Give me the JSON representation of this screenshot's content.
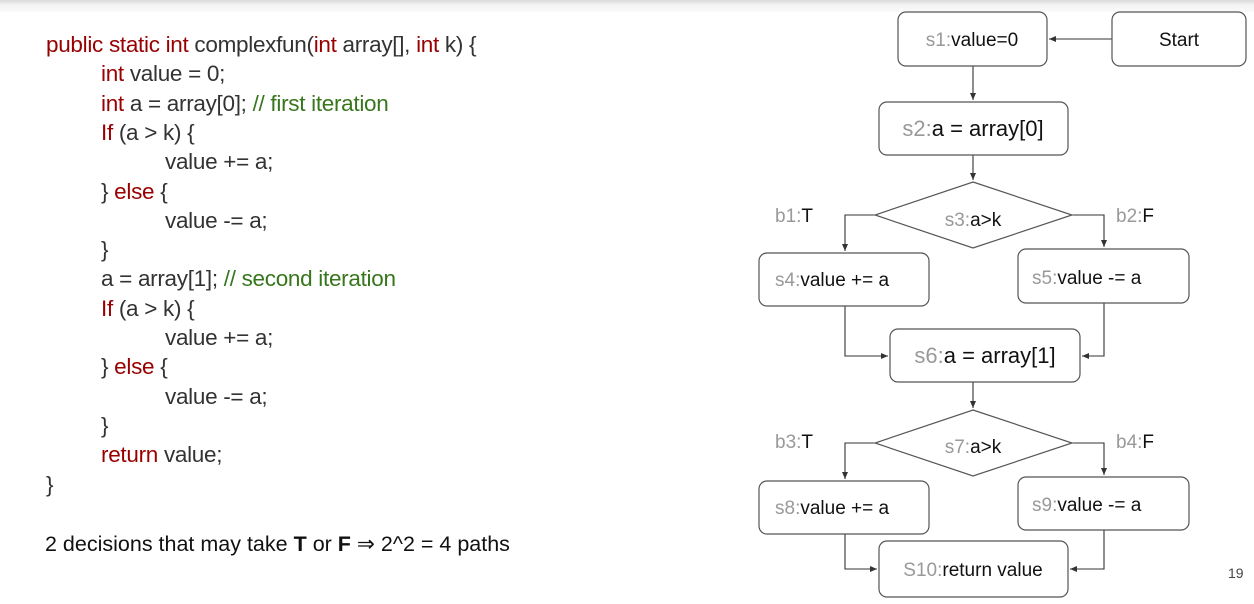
{
  "colors": {
    "keyword": "#990000",
    "comment": "#38761d",
    "text": "#333333",
    "label_prefix": "#999999"
  },
  "code": [
    [
      {
        "t": "public static int ",
        "c": "kw"
      },
      {
        "t": "complexfun(",
        "c": "tx"
      },
      {
        "t": "int ",
        "c": "kw"
      },
      {
        "t": "array[], ",
        "c": "tx"
      },
      {
        "t": "int ",
        "c": "kw"
      },
      {
        "t": "k) {",
        "c": "tx"
      }
    ],
    [
      {
        "t": "int ",
        "c": "kw"
      },
      {
        "t": "value = 0;",
        "c": "tx"
      }
    ],
    [
      {
        "t": "int ",
        "c": "kw"
      },
      {
        "t": "a = array[0]; ",
        "c": "tx"
      },
      {
        "t": "// first iteration",
        "c": "cm"
      }
    ],
    [
      {
        "t": "If ",
        "c": "kw"
      },
      {
        "t": "(a > k) {",
        "c": "tx"
      }
    ],
    [
      {
        "t": "value += a;",
        "c": "tx"
      }
    ],
    [
      {
        "t": "} ",
        "c": "tx"
      },
      {
        "t": "else ",
        "c": "kw"
      },
      {
        "t": "{",
        "c": "tx"
      }
    ],
    [
      {
        "t": "value -= a;",
        "c": "tx"
      }
    ],
    [
      {
        "t": "}",
        "c": "tx"
      }
    ],
    [
      {
        "t": "a = array[1]; ",
        "c": "tx"
      },
      {
        "t": "// second iteration",
        "c": "cm"
      }
    ],
    [
      {
        "t": "If ",
        "c": "kw"
      },
      {
        "t": "(a > k) {",
        "c": "tx"
      }
    ],
    [
      {
        "t": "value += a;",
        "c": "tx"
      }
    ],
    [
      {
        "t": "} ",
        "c": "tx"
      },
      {
        "t": "else ",
        "c": "kw"
      },
      {
        "t": "{",
        "c": "tx"
      }
    ],
    [
      {
        "t": "value -= a;",
        "c": "tx"
      }
    ],
    [
      {
        "t": "}",
        "c": "tx"
      }
    ],
    [
      {
        "t": "return ",
        "c": "kw"
      },
      {
        "t": "value;",
        "c": "tx"
      }
    ],
    [
      {
        "t": "}",
        "c": "tx"
      }
    ]
  ],
  "summary": {
    "p1": "2 decisions that may take ",
    "t": "T",
    "p2": " or ",
    "f": "F",
    "p3": " ⇒ 2^2 = 4 paths"
  },
  "page_number": "19",
  "diagram": {
    "start": "Start",
    "s1": {
      "pre": "s1:",
      "text": "value=0"
    },
    "s2": {
      "pre": "s2:",
      "text": "a = array[0]"
    },
    "s3": {
      "pre": "s3:",
      "text": "a>k"
    },
    "s4": {
      "pre": "s4:",
      "text": "value += a"
    },
    "s5": {
      "pre": "s5:",
      "text": "value -= a"
    },
    "s6": {
      "pre": "s6:",
      "text": "a = array[1]"
    },
    "s7": {
      "pre": "s7:",
      "text": "a>k"
    },
    "s8": {
      "pre": "s8:",
      "text": "value += a"
    },
    "s9": {
      "pre": "s9:",
      "text": "value -= a"
    },
    "s10": {
      "pre": "S10:",
      "text": "return value"
    },
    "b1": {
      "pre": "b1:",
      "text": "T"
    },
    "b2": {
      "pre": "b2:",
      "text": "F"
    },
    "b3": {
      "pre": "b3:",
      "text": "T"
    },
    "b4": {
      "pre": "b4:",
      "text": "F"
    }
  }
}
